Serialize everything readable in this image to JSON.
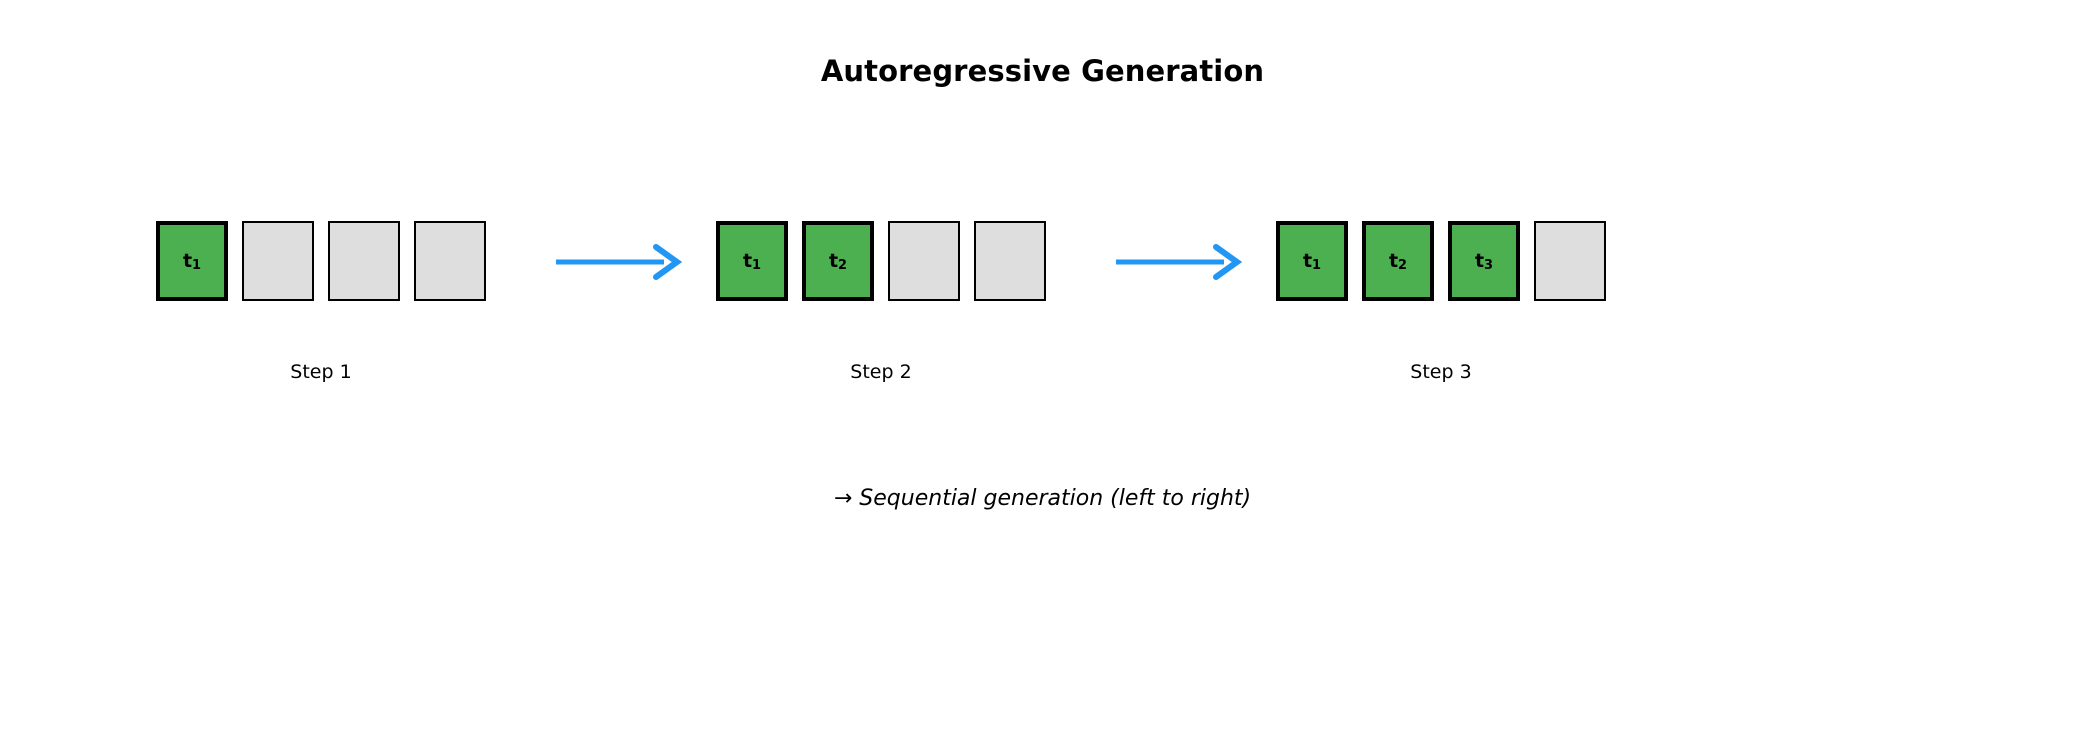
{
  "figure": {
    "title": "Autoregressive Generation",
    "note": "→ Sequential generation (left to right)",
    "colors": {
      "generated_token": "#4CAF50",
      "empty_slot": "#DEDEDE",
      "arrow": "#2196F3",
      "outline": "#000000",
      "background": "#FFFFFF"
    }
  },
  "steps": [
    {
      "caption": "Step 1",
      "slots": [
        {
          "state": "generated",
          "label": "t",
          "index": "1",
          "text": "t1"
        },
        {
          "state": "empty",
          "label": "",
          "index": "",
          "text": ""
        },
        {
          "state": "empty",
          "label": "",
          "index": "",
          "text": ""
        },
        {
          "state": "empty",
          "label": "",
          "index": "",
          "text": ""
        }
      ]
    },
    {
      "caption": "Step 2",
      "slots": [
        {
          "state": "generated",
          "label": "t",
          "index": "1",
          "text": "t1"
        },
        {
          "state": "generated",
          "label": "t",
          "index": "2",
          "text": "t2"
        },
        {
          "state": "empty",
          "label": "",
          "index": "",
          "text": ""
        },
        {
          "state": "empty",
          "label": "",
          "index": "",
          "text": ""
        }
      ]
    },
    {
      "caption": "Step 3",
      "slots": [
        {
          "state": "generated",
          "label": "t",
          "index": "1",
          "text": "t1"
        },
        {
          "state": "generated",
          "label": "t",
          "index": "2",
          "text": "t2"
        },
        {
          "state": "generated",
          "label": "t",
          "index": "3",
          "text": "t3"
        },
        {
          "state": "empty",
          "label": "",
          "index": "",
          "text": ""
        }
      ]
    }
  ],
  "arrows": [
    {
      "name": "arrow-step1-to-step2",
      "direction": "right"
    },
    {
      "name": "arrow-step2-to-step3",
      "direction": "right"
    }
  ]
}
